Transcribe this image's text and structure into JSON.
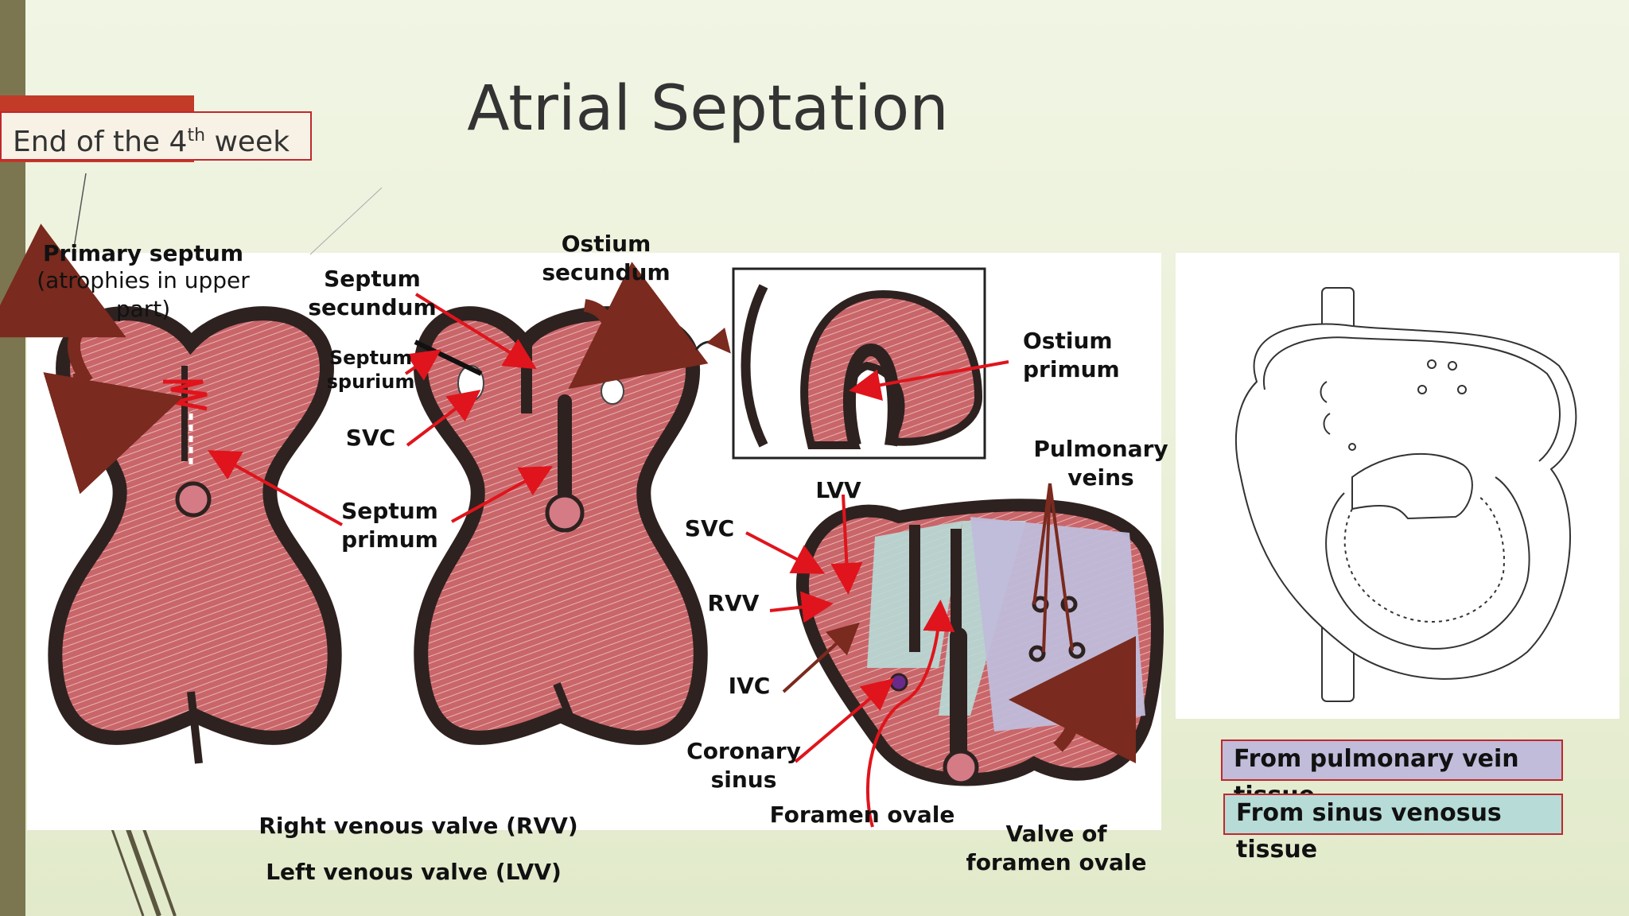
{
  "slide": {
    "title": "Atrial Septation",
    "week_label": {
      "prefix": "End of the 4",
      "sup": "th",
      "suffix": " week"
    }
  },
  "labels": {
    "primary_septum": "Primary septum",
    "primary_septum_note_1": "(atrophies in upper",
    "primary_septum_note_2": "part)",
    "septum_secundum_1": "Septum",
    "septum_secundum_2": "secundum",
    "ostium_secundum_1": "Ostium",
    "ostium_secundum_2": "secundum",
    "septum_spurium_1": "Septum",
    "septum_spurium_2": "spurium",
    "svc_1": "SVC",
    "septum_primum_1": "Septum",
    "septum_primum_2": "primum",
    "ostium_primum_1": "Ostium",
    "ostium_primum_2": "primum",
    "pulmonary_veins_1": "Pulmonary",
    "pulmonary_veins_2": "veins",
    "lvv": "LVV",
    "svc_2": "SVC",
    "rvv": "RVV",
    "ivc": "IVC",
    "coronary_sinus_1": "Coronary",
    "coronary_sinus_2": "sinus",
    "foramen_ovale": "Foramen ovale",
    "valve_fo_1": "Valve of",
    "valve_fo_2": "foramen ovale",
    "rvv_full": "Right venous valve (RVV)",
    "lvv_full": "Left venous valve (LVV)"
  },
  "legend": {
    "pulmonary": "From pulmonary vein tissue",
    "sinus": "From sinus venosus tissue"
  },
  "colors": {
    "tissue": "#c9666a",
    "outline": "#2e2220",
    "arrow": "#e0141c",
    "pulmonary": "#c0bcda",
    "sinus": "#b7dcd8",
    "accent": "#c1272d"
  }
}
